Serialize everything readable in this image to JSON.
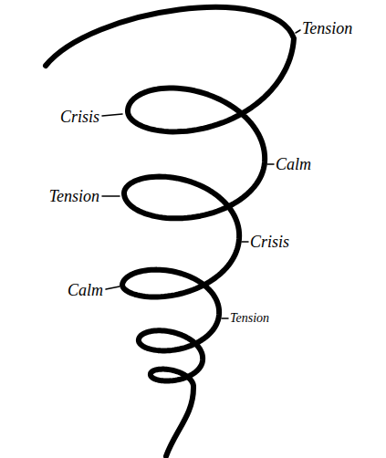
{
  "diagram": {
    "labels": [
      "Tension",
      "Crisis",
      "Calm",
      "Tension",
      "Crisis",
      "Calm",
      "Tension"
    ]
  }
}
